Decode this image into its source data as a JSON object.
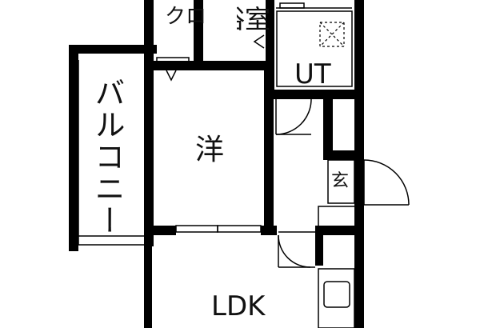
{
  "floor_plan": {
    "rooms": {
      "closet": "クロ",
      "bathroom_partial": "浴室",
      "utility": "UT",
      "western_room": "洋",
      "balcony": "バルコニー",
      "entrance": "玄",
      "ldk": "LDK"
    },
    "colors": {
      "wall": "#000000",
      "background": "#ffffff",
      "thin_line": "#333333"
    }
  }
}
